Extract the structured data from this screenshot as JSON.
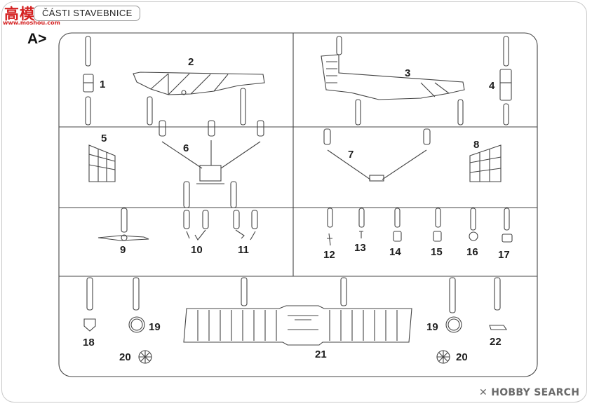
{
  "watermark": {
    "logo": "高模网",
    "url": "www.moshou.com",
    "footer": "HOBBY SEARCH",
    "footer_symbol": "✕"
  },
  "header": {
    "title": "ČÁSTI STAVEBNICE"
  },
  "sprue": {
    "letter": "A>"
  },
  "parts": {
    "p1": "1",
    "p2": "2",
    "p3": "3",
    "p4": "4",
    "p5": "5",
    "p6": "6",
    "p7": "7",
    "p8": "8",
    "p9": "9",
    "p10": "10",
    "p11": "11",
    "p12": "12",
    "p13": "13",
    "p14": "14",
    "p15": "15",
    "p16": "16",
    "p17": "17",
    "p18": "18",
    "p19a": "19",
    "p19b": "19",
    "p20a": "20",
    "p20b": "20",
    "p21": "21",
    "p22": "22"
  }
}
